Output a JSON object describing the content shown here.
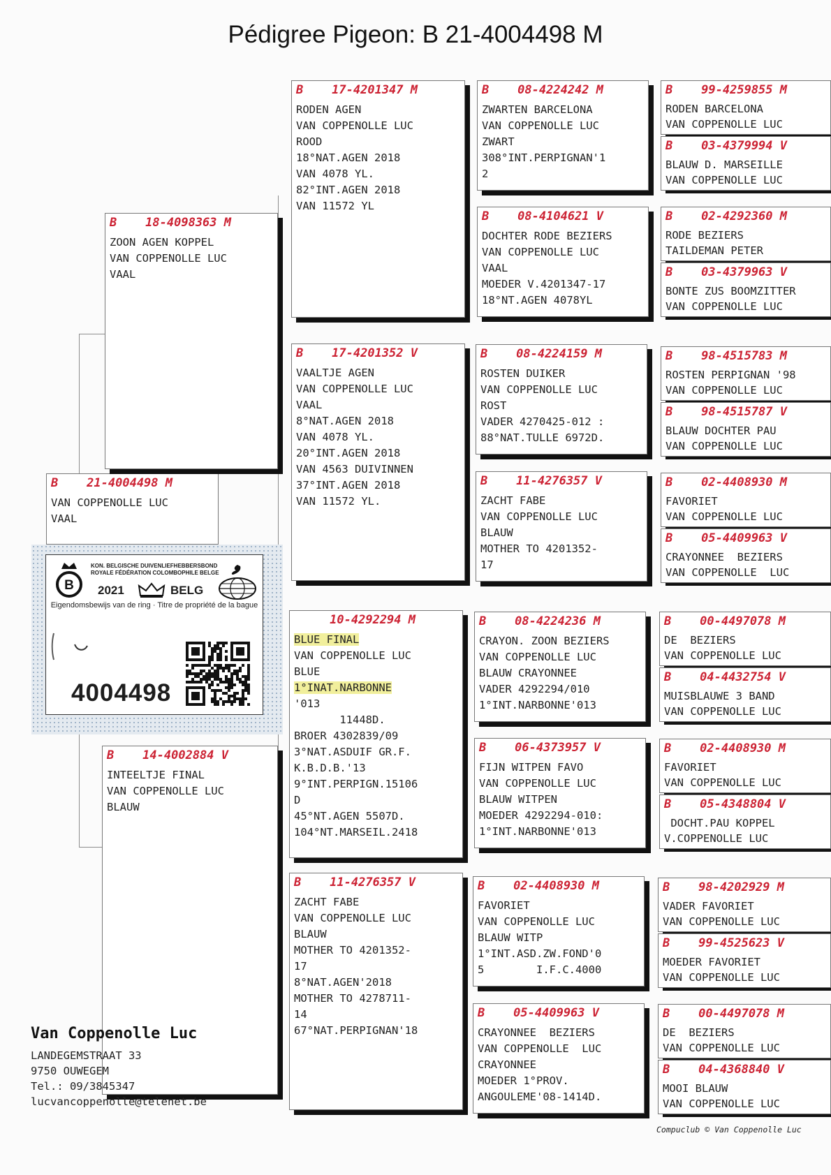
{
  "title": "Pédigree Pigeon: B   21-4004498 M",
  "pigeons": {
    "subject": {
      "head": "B    21-4004498 M",
      "lines": [
        "",
        "VAN COPPENOLLE LUC",
        "VAAL"
      ]
    },
    "sire": {
      "head": "B    18-4098363 M",
      "lines": [
        "ZOON AGEN KOPPEL",
        "VAN COPPENOLLE LUC",
        "VAAL"
      ]
    },
    "dam": {
      "head": "B    14-4002884 V",
      "lines": [
        "INTEELTJE FINAL",
        "VAN COPPENOLLE LUC",
        "BLAUW"
      ]
    },
    "ss": {
      "head": "B    17-4201347 M",
      "lines": [
        "RODEN AGEN",
        "VAN COPPENOLLE LUC",
        "ROOD",
        "18°NAT.AGEN 2018",
        "VAN 4078 YL.",
        "82°INT.AGEN 2018",
        "VAN 11572 YL"
      ]
    },
    "sd": {
      "head": "B    17-4201352 V",
      "lines": [
        "VAALTJE AGEN",
        "VAN COPPENOLLE LUC",
        "VAAL",
        "8°NAT.AGEN 2018",
        "VAN 4078 YL.",
        "20°INT.AGEN 2018",
        "VAN 4563 DUIVINNEN",
        "37°INT.AGEN 2018",
        "VAN 11572 YL."
      ]
    },
    "ds": {
      "head": "     10-4292294 M",
      "lines": [
        "BLUE FINAL",
        "VAN COPPENOLLE LUC",
        "BLUE",
        "1°INAT.NARBONNE",
        "'013",
        "       11448D.",
        "BROER 4302839/09",
        "3°NAT.ASDUIF GR.F.",
        "K.B.D.B.'13",
        "9°INT.PERPIGN.15106",
        "D",
        "45°NT.AGEN 5507D.",
        "104°NT.MARSEIL.2418"
      ]
    },
    "dd": {
      "head": "B    11-4276357 V",
      "lines": [
        "ZACHT FABE",
        "VAN COPPENOLLE LUC",
        "BLAUW",
        "MOTHER TO 4201352-",
        "17",
        "8°NAT.AGEN'2018",
        "MOTHER TO 4278711-",
        "14",
        "67°NAT.PERPIGNAN'18"
      ]
    },
    "sss": {
      "head": "B    08-4224242 M",
      "lines": [
        "ZWARTEN BARCELONA",
        "VAN COPPENOLLE LUC",
        "ZWART",
        "308°INT.PERPIGNAN'1",
        "2"
      ]
    },
    "ssd": {
      "head": "B    08-4104621 V",
      "lines": [
        "DOCHTER RODE BEZIERS",
        "VAN COPPENOLLE LUC",
        "VAAL",
        "MOEDER V.4201347-17",
        "18°NT.AGEN 4078YL"
      ]
    },
    "sds": {
      "head": "B    08-4224159 M",
      "lines": [
        "ROSTEN DUIKER",
        "VAN COPPENOLLE LUC",
        "ROST",
        "VADER 4270425-012 :",
        "88°NAT.TULLE 6972D."
      ]
    },
    "sdd": {
      "head": "B    11-4276357 V",
      "lines": [
        "ZACHT FABE",
        "VAN COPPENOLLE LUC",
        "BLAUW",
        "MOTHER TO 4201352-",
        "17"
      ]
    },
    "dss": {
      "head": "B    08-4224236 M",
      "lines": [
        "CRAYON. ZOON BEZIERS",
        "VAN COPPENOLLE LUC",
        "BLAUW CRAYONNEE",
        "VADER 4292294/010",
        "1°INT.NARBONNE'013"
      ]
    },
    "dsd": {
      "head": "B    06-4373957 V",
      "lines": [
        "FIJN WITPEN FAVO",
        "VAN COPPENOLLE LUC",
        "BLAUW WITPEN",
        "MOEDER 4292294-010:",
        "1°INT.NARBONNE'013"
      ]
    },
    "dds": {
      "head": "B    02-4408930 M",
      "lines": [
        "FAVORIET",
        "VAN COPPENOLLE LUC",
        "BLAUW WITP",
        "1°INT.ASD.ZW.FOND'0",
        "5        I.F.C.4000"
      ]
    },
    "ddd": {
      "head": "B    05-4409963 V",
      "lines": [
        "CRAYONNEE  BEZIERS",
        "VAN COPPENOLLE  LUC",
        "CRAYONNEE",
        "MOEDER 1°PROV.",
        "ANGOULEME'08-1414D."
      ]
    },
    "ssss": {
      "head": "B    99-4259855 M",
      "lines": [
        "RODEN BARCELONA",
        "VAN COPPENOLLE LUC"
      ]
    },
    "sssd": {
      "head": "B    03-4379994 V",
      "lines": [
        "BLAUW D. MARSEILLE",
        "VAN COPPENOLLE LUC"
      ]
    },
    "ssds": {
      "head": "B    02-4292360 M",
      "lines": [
        "RODE BEZIERS",
        "TAILDEMAN PETER"
      ]
    },
    "ssdd": {
      "head": "B    03-4379963 V",
      "lines": [
        "BONTE ZUS BOOMZITTER",
        "VAN COPPENOLLE LUC"
      ]
    },
    "sdss": {
      "head": "B    98-4515783 M",
      "lines": [
        "ROSTEN PERPIGNAN '98",
        "VAN COPPENOLLE LUC"
      ]
    },
    "sdsd": {
      "head": "B    98-4515787 V",
      "lines": [
        "BLAUW DOCHTER PAU",
        "VAN COPPENOLLE LUC"
      ]
    },
    "sdds": {
      "head": "B    02-4408930 M",
      "lines": [
        "FAVORIET",
        "VAN COPPENOLLE LUC"
      ]
    },
    "sddd": {
      "head": "B    05-4409963 V",
      "lines": [
        "CRAYONNEE  BEZIERS",
        "VAN COPPENOLLE  LUC"
      ]
    },
    "dsss": {
      "head": "B    00-4497078 M",
      "lines": [
        "DE  BEZIERS",
        "VAN COPPENOLLE LUC"
      ]
    },
    "dssd": {
      "head": "B    04-4432754 V",
      "lines": [
        "MUISBLAUWE 3 BAND",
        "VAN COPPENOLLE LUC"
      ]
    },
    "dsds": {
      "head": "B    02-4408930 M",
      "lines": [
        "FAVORIET",
        "VAN COPPENOLLE LUC"
      ]
    },
    "dsdd": {
      "head": "B    05-4348804 V",
      "lines": [
        " DOCHT.PAU KOPPEL",
        "V.COPPENOLLE LUC"
      ]
    },
    "ddss": {
      "head": "B    98-4202929 M",
      "lines": [
        "VADER FAVORIET",
        "VAN COPPENOLLE LUC"
      ]
    },
    "ddsd": {
      "head": "B    99-4525623 V",
      "lines": [
        "MOEDER FAVORIET",
        "VAN COPPENOLLE LUC"
      ]
    },
    "ddds": {
      "head": "B    00-4497078 M",
      "lines": [
        "DE  BEZIERS",
        "VAN COPPENOLLE LUC"
      ]
    },
    "dddd": {
      "head": "B    04-4368840 V",
      "lines": [
        "MOOI BLAUW",
        "VAN COPPENOLLE LUC"
      ]
    }
  },
  "ring_card": {
    "federation_nl": "KON. BELGISCHE DUIVENLIEFHEBBERSBOND",
    "federation_fr": "ROYALE FÉDÉRATION COLOMBOPHILE BELGE",
    "year": "2021",
    "country": "BELG",
    "ownership": "Eigendomsbewijs van de ring · Titre de propriété de la bague",
    "ring_number": "4004498"
  },
  "breeder": {
    "name": "Van Coppenolle Luc",
    "street": "LANDEGEMSTRAAT 33",
    "city": "9750   OUWEGEM",
    "phone": "Tel.: 09/3845347",
    "email": "lucvancoppenolle@telenet.be"
  },
  "footer": "Compuclub © Van Coppenolle Luc"
}
